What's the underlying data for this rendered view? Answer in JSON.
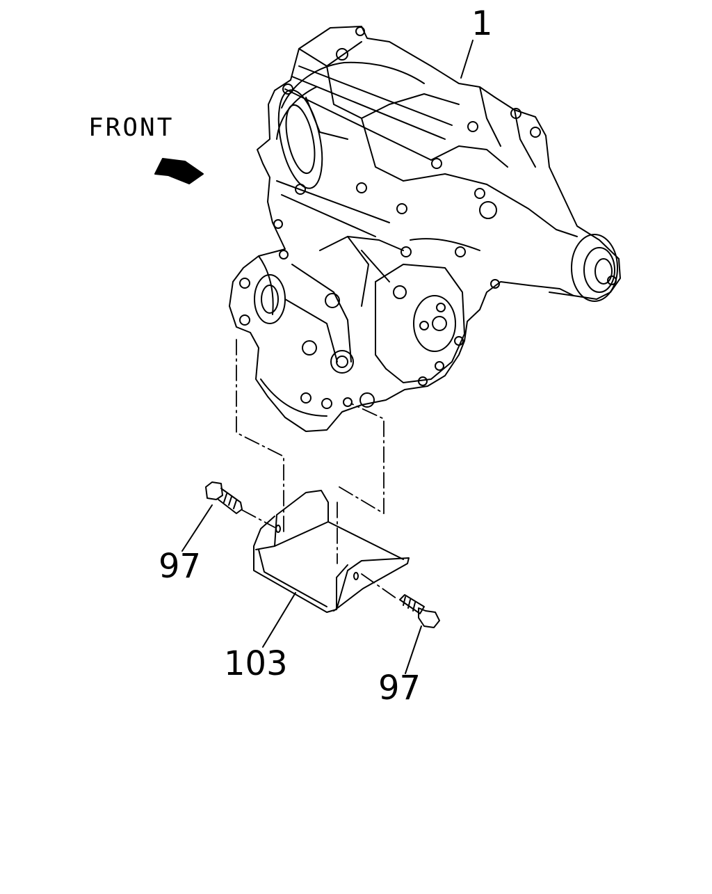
{
  "direction_label": "FRONT",
  "callouts": {
    "assembly": "1",
    "bolt_left": "97",
    "bracket": "103",
    "bolt_right": "97"
  }
}
